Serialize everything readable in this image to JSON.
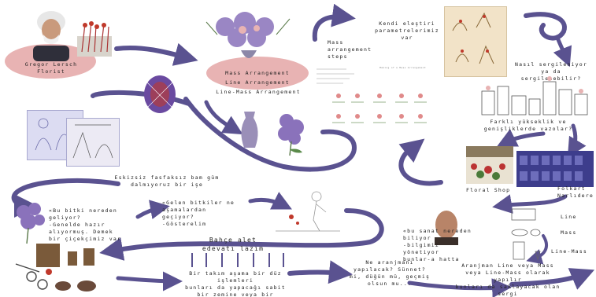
{
  "colors": {
    "arrow": "#5a5290",
    "arrow_light": "#7a73ad",
    "pink": "#e8b3b3",
    "lavender": "#9a86c4"
  },
  "nodes": {
    "florist_name": "Gregor Lersch\nFlorist",
    "mass_arrangement": "Mass Arrangement",
    "line_arrangement": "Line Arrangement",
    "line_mass_arrangement": "Line-Mass Arrangement",
    "mass_steps": "Mass\narrangement\nsteps",
    "mass_steps_caption": "Making of a Mass Arrangement",
    "own_critique": "Kendi eleştiri\nparametrelerimiz\nvar",
    "exhibit_question": "Nasıl sergileniyor\nya da\nsergilenebilir?",
    "heights_widths": "Farklı yükseklik ve\ngenişliklerde vazolar?",
    "floral_shop": "Floral Shop",
    "folkart": "Folkart\nNarlıdere",
    "types_line": "Line",
    "types_mass": "Mass",
    "types_line_mass": "Line-Mass",
    "vase_choice": "Aranjman Line veya Mass\nveya Line-Mass olarak\nyapılır\nbunları da saklayacak olan\nsergi",
    "purpose": "Ne aranjmanı\nyapılacak? Sünnet?\nmi, düğün mü, geçmiş\nolsun mu...",
    "tool_question": "Bahçe alet\nedevatı lazım",
    "garden_note": "Bir takım aşama bir düz\nişlemleri\nbunları da yapacağı sabit\nbir zemine veya bir",
    "idea_sketch": "Eskizsiz fasfaksız bam güm\ndalmıyoruz bir işe",
    "plant_source": "«Bu bitki nereden\ngeliyor?\n-Genelde hazır\nalıyormuş. Demek\nbir çiçekçimiz var",
    "incoming_plants": "«Gelen bitkiler ne\naşamalardan\ngeçiyor?\n-Gösterelim",
    "where_from": "«bu sanat nereden\nbiliyor\n-bilgimiz\nyönetiyor\nbunlar-a hatta"
  },
  "icons": [
    "florist-photo",
    "flower-bouquet",
    "lavender-vase",
    "lilac-branch",
    "tools",
    "pottery",
    "shelf-vases"
  ]
}
